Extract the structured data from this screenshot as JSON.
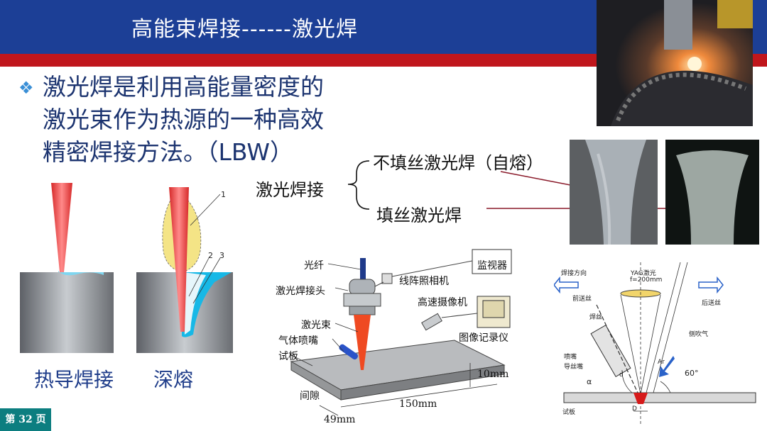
{
  "slide": {
    "title": "高能束焊接------激光焊",
    "page_label": "第 32 页"
  },
  "body": {
    "line1": "激光焊是利用高能量密度的",
    "line2": "激光束作为热源的一种高效",
    "line3": "精密焊接方法。（LBW）"
  },
  "classification": {
    "root": "激光焊接",
    "branch1": "不填丝激光焊（自熔）",
    "branch2": "填丝激光焊"
  },
  "modes": {
    "num1": "1",
    "num2": "2",
    "num3": "3",
    "caption1": "热导焊接",
    "caption2": "深熔"
  },
  "setup": {
    "fiber": "光纤",
    "camera_line": "线阵照相机",
    "monitor": "监视器",
    "head": "激光焊接头",
    "hs_camera": "高速摄像机",
    "beam": "激光束",
    "recorder": "图像记录仪",
    "nozzle": "气体喷嘴",
    "plate": "试板",
    "gap": "间隙",
    "dim_thickness": "10mm",
    "dim_length": "150mm",
    "dim_width": "49mm"
  },
  "wire_diagram": {
    "direction": "焊接方向",
    "front_feed": "前送丝",
    "laser": "YAG激光",
    "focal": "f=200mm",
    "rear_feed": "后送丝",
    "wire": "焊丝",
    "side_gas": "侧吹气",
    "nozzle": "喷嘴",
    "guide": "导丝嘴",
    "ar": "Ar",
    "angle": "60°",
    "alpha": "α",
    "d_small": "d",
    "d_big": "D",
    "plate": "试板"
  },
  "colors": {
    "header_blue": "#1c3f96",
    "header_red": "#c0161c",
    "body_text": "#1c3470",
    "badge": "#0c7e80"
  },
  "icons": {
    "bullet": "diamond-bullet-icon"
  }
}
